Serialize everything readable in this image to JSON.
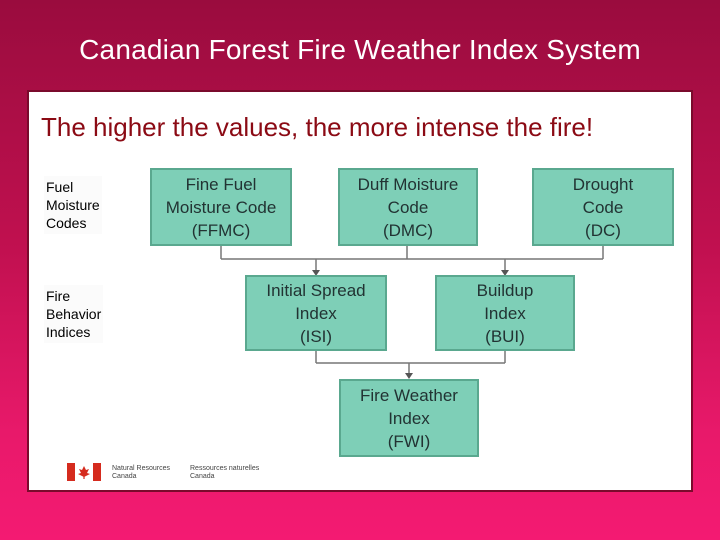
{
  "slide": {
    "title": "Canadian Forest Fire Weather Index System"
  },
  "panel": {
    "headline": "The higher the values, the more intense the fire!",
    "row_labels": {
      "fuel": [
        "Fuel",
        "Moisture",
        "Codes"
      ],
      "behavior": [
        "Fire",
        "Behavior",
        "Indices"
      ]
    },
    "boxes": {
      "ffmc": [
        "Fine Fuel",
        "Moisture Code",
        "(FFMC)"
      ],
      "dmc": [
        "Duff Moisture",
        "Code",
        "(DMC)"
      ],
      "dc": [
        "Drought",
        "Code",
        "(DC)"
      ],
      "isi": [
        "Initial Spread",
        "Index",
        "(ISI)"
      ],
      "bui": [
        "Buildup",
        "Index",
        "(BUI)"
      ],
      "fwi": [
        "Fire Weather",
        "Index",
        "(FWI)"
      ]
    },
    "logo": {
      "english": [
        "Natural Resources",
        "Canada"
      ],
      "french": [
        "Ressources naturelles",
        "Canada"
      ],
      "colors": {
        "flag_red": "#d52b1e",
        "flag_white": "#ffffff"
      }
    }
  },
  "colors": {
    "box_fill": "#7ecfb7",
    "box_border": "#5aa88f",
    "headline": "#8b0a14",
    "background_top": "#9a0c3e",
    "background_bottom": "#f41a72"
  }
}
